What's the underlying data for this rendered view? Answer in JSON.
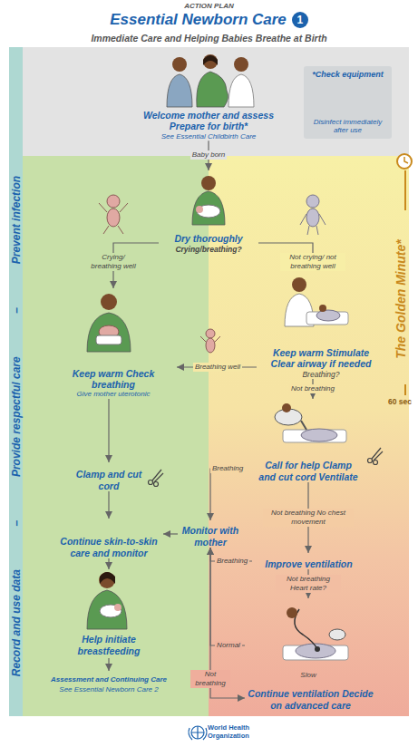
{
  "diagram": {
    "title": "Essential Newborn Care",
    "nodes": [
      {
        "text": [
          "Welcome mother and assess Prepare for birth*",
          "See Essential Childbirth Care"
        ]
      },
      {
        "text": [
          "*Check equipment",
          "Disinfect immediately after use"
        ]
      },
      {
        "text": [
          "Dry thoroughly",
          "Crying/breathing?"
        ]
      },
      {
        "text": [
          "Keep warm Check breathing",
          "Give mother uterotonic"
        ]
      },
      {
        "text": [
          "Keep warm Stimulate Clear airway if needed",
          "Breathing?"
        ]
      },
      {
        "text": [
          "Call for help Clamp and cut cord Ventilate"
        ]
      },
      {
        "text": [
          "Clamp and cut cord"
        ]
      },
      {
        "text": [
          "Monitor with mother"
        ]
      },
      {
        "text": [
          "Continue skin-to-skin care and monitor"
        ]
      },
      {
        "text": [
          "Improve ventilation"
        ]
      },
      {
        "text": [
          "Help initiate breastfeeding"
        ]
      },
      {
        "text": [
          "Continue ventilation Decide on advanced care"
        ]
      }
    ],
    "edges": [
      {
        "from": 0,
        "to": 2,
        "label": "Baby born",
        "arrow": "to"
      },
      {
        "from": 2,
        "to": 3,
        "label": "Crying/ breathing well",
        "arrow": "to"
      },
      {
        "from": 2,
        "to": 4,
        "label": "Not crying/ not breathing well",
        "arrow": "to"
      },
      {
        "from": 4,
        "to": 3,
        "label": "Breathing well",
        "arrow": "to"
      },
      {
        "from": 4,
        "to": 5,
        "label": "Not breathing",
        "arrow": "to"
      },
      {
        "from": 5,
        "to": 7,
        "label": "Breathing",
        "arrow": "to"
      },
      {
        "from": 3,
        "to": 6,
        "arrow": "to"
      },
      {
        "from": 6,
        "to": 8,
        "arrow": "to"
      },
      {
        "from": 7,
        "to": 8,
        "arrow": "to"
      },
      {
        "from": 5,
        "to": 9,
        "label": "Not breathing No chest movement",
        "arrow": "to"
      },
      {
        "from": 9,
        "to": 7,
        "label": "Breathing",
        "arrow": "to"
      },
      {
        "from": 9,
        "to": 11,
        "label": "Not breathing Heart rate?",
        "arrow": "to"
      },
      {
        "from": 11,
        "to": 7,
        "label": "Normal",
        "arrow": "to"
      },
      {
        "from": 7,
        "to": 11,
        "label": "Not breathing",
        "arrow": "to"
      },
      {
        "from": 8,
        "to": 10,
        "arrow": "to"
      }
    ],
    "labels": [
      "ACTION PLAN",
      "1",
      "Immediate Care and Helping Babies Breathe at Birth",
      "Record and use data",
      "–",
      "Provide respectful care",
      "–",
      "Prevent infection",
      "The Golden Minute*",
      "60 sec",
      "Slow",
      "Assessment and Continuing Care",
      "See Essential Newborn Care 2",
      "World Health Organization"
    ]
  }
}
